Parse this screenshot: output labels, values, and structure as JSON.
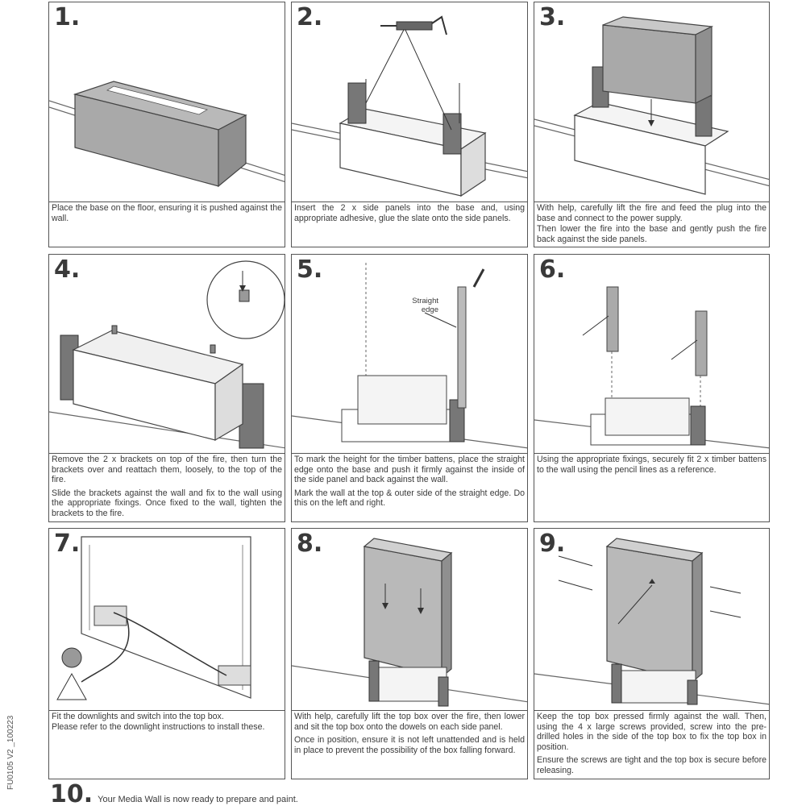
{
  "steps": [
    {
      "number": "1.",
      "paragraphs": [
        "Place the base on the floor, ensuring it is pushed against the wall."
      ]
    },
    {
      "number": "2.",
      "paragraphs": [
        "Insert the 2 x side panels into the base and, using appropriate adhesive, glue the slate onto the side panels."
      ]
    },
    {
      "number": "3.",
      "paragraphs": [
        "With help, carefully lift the fire and feed the plug into the base and connect to the power supply.",
        "Then lower the fire into the base and gently push the fire back against the side panels."
      ]
    },
    {
      "number": "4.",
      "paragraphs": [
        "Remove the 2 x brackets on top of the fire, then turn the brackets over and reattach them, loosely, to the top of the fire.",
        "Slide the brackets against the wall and fix to the wall using the appropriate fixings. Once fixed to the wall, tighten the brackets to the fire."
      ]
    },
    {
      "number": "5.",
      "paragraphs": [
        "To mark the height for the timber battens, place the straight edge onto the base and push it firmly against the inside of the side panel and back against the wall.",
        "Mark the wall at the top & outer side of the straight edge. Do this on the left and right."
      ],
      "label": "Straight edge"
    },
    {
      "number": "6.",
      "paragraphs": [
        "Using the appropriate fixings, securely fit 2 x timber battens to the wall using the pencil lines as a reference."
      ]
    },
    {
      "number": "7.",
      "paragraphs": [
        "Fit the downlights and switch into the top box.\nPlease refer to the downlight instructions to install these."
      ]
    },
    {
      "number": "8.",
      "paragraphs": [
        "With help, carefully lift the top box over the fire, then lower and sit the top box onto the dowels on each side panel.",
        "Once in position, ensure it is not left unattended and is held in place to prevent the possibility of the box falling forward."
      ]
    },
    {
      "number": "9.",
      "paragraphs": [
        "Keep the top box pressed firmly against the wall. Then, using the 4 x large screws provided, screw into the pre-drilled holes in the side of the top box to fix the top box in position.",
        "Ensure the screws are tight and the top box is secure before releasing."
      ]
    }
  ],
  "final_step": {
    "number": "10.",
    "text": "Your Media Wall is now ready to prepare and paint."
  },
  "doc_code": "FU0105 V2 _100223"
}
